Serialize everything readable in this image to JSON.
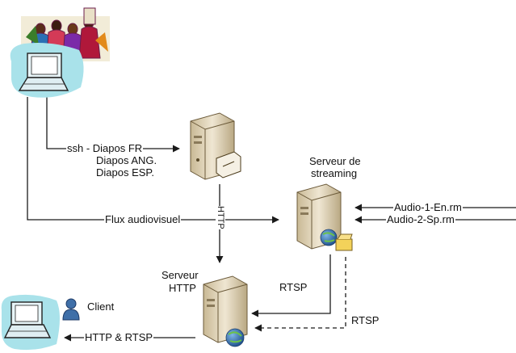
{
  "labels": {
    "ssh_line1": "ssh - Diapos FR",
    "ssh_line2": "Diapos ANG.",
    "ssh_line3": "Diapos ESP.",
    "streaming_title_1": "Serveur de",
    "streaming_title_2": "streaming",
    "flux": "Flux audiovisuel",
    "http_vertical": "HTTP",
    "audio1": "Audio-1-En.rm",
    "audio2": "Audio-2-Sp.rm",
    "http_server_1": "Serveur",
    "http_server_2": "HTTP",
    "rtsp_solid": "RTSP",
    "rtsp_dashed": "RTSP",
    "client": "Client",
    "http_rtsp": "HTTP & RTSP"
  },
  "icons": {
    "presenter": "presentation-people-icon",
    "laptop_presenter": "laptop-icon",
    "ssh_server": "server-tower-icon",
    "streaming_server": "streaming-server-icon",
    "http_server": "web-server-icon",
    "client_laptop": "laptop-icon",
    "client_user": "user-icon"
  },
  "colors": {
    "line": "#1a1a1a",
    "laptop_bg": "#a9e2ea",
    "server_body": "#e8dcc3",
    "globe": "#2f6fb1"
  }
}
